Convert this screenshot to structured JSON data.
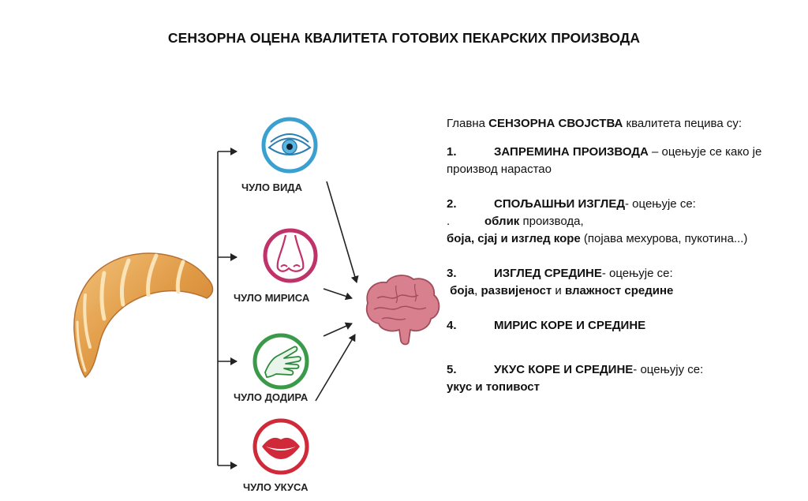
{
  "title": "СЕНЗОРНА ОЦЕНА КВАЛИТЕТА ГОТОВИХ ПЕКАРСКИХ ПРОИЗВОДА",
  "colors": {
    "eye": "#3aa0d0",
    "nose": "#c0336a",
    "hand": "#3a9a4a",
    "mouth": "#d02a3a",
    "brain": "#d9808e",
    "croissant": "#d9913f"
  },
  "senses": [
    {
      "label": "ЧУЛО ВИДА",
      "icon": "eye-icon"
    },
    {
      "label": "ЧУЛО МИРИСА",
      "icon": "nose-icon"
    },
    {
      "label": "ЧУЛО ДОДИРА",
      "icon": "hand-icon"
    },
    {
      "label": "ЧУЛО УКУСА",
      "icon": "mouth-icon"
    }
  ],
  "intro": {
    "pre": "Главна ",
    "bold": "СЕНЗОРНА СВОЈСТВА",
    "post": "  квалитета пецива су:"
  },
  "items": [
    {
      "num": "1.",
      "title": "ЗАПРЕМИНА ПРОИЗВОДА",
      "desc": " – оцењује се како је",
      "line2": "производ нарастао"
    },
    {
      "num": "2.",
      "title": "СПОЉАШЊИ ИЗГЛЕД",
      "desc": "- оцењује се:",
      "dot": ".",
      "l2_bold": "облик",
      "l2_rest": " производа,",
      "l3_bold": "боја, сјај и изглед коре",
      "l3_rest": " (појава мехурова, пукотина...)"
    },
    {
      "num": "3.",
      "title": "ИЗГЛЕД СРЕДИНЕ",
      "desc": "- оцењује се:",
      "b1": "боја",
      "sep1": ", ",
      "b2": "развијеност",
      "sep2": " и  ",
      "b3": "влажност средине"
    },
    {
      "num": "4.",
      "title": "МИРИС КОРЕ И СРЕДИНЕ"
    },
    {
      "num": "5.",
      "title": "УКУС КОРЕ И СРЕДИНЕ",
      "desc": "- оцењују се:",
      "line2": "укус и топивост"
    }
  ]
}
